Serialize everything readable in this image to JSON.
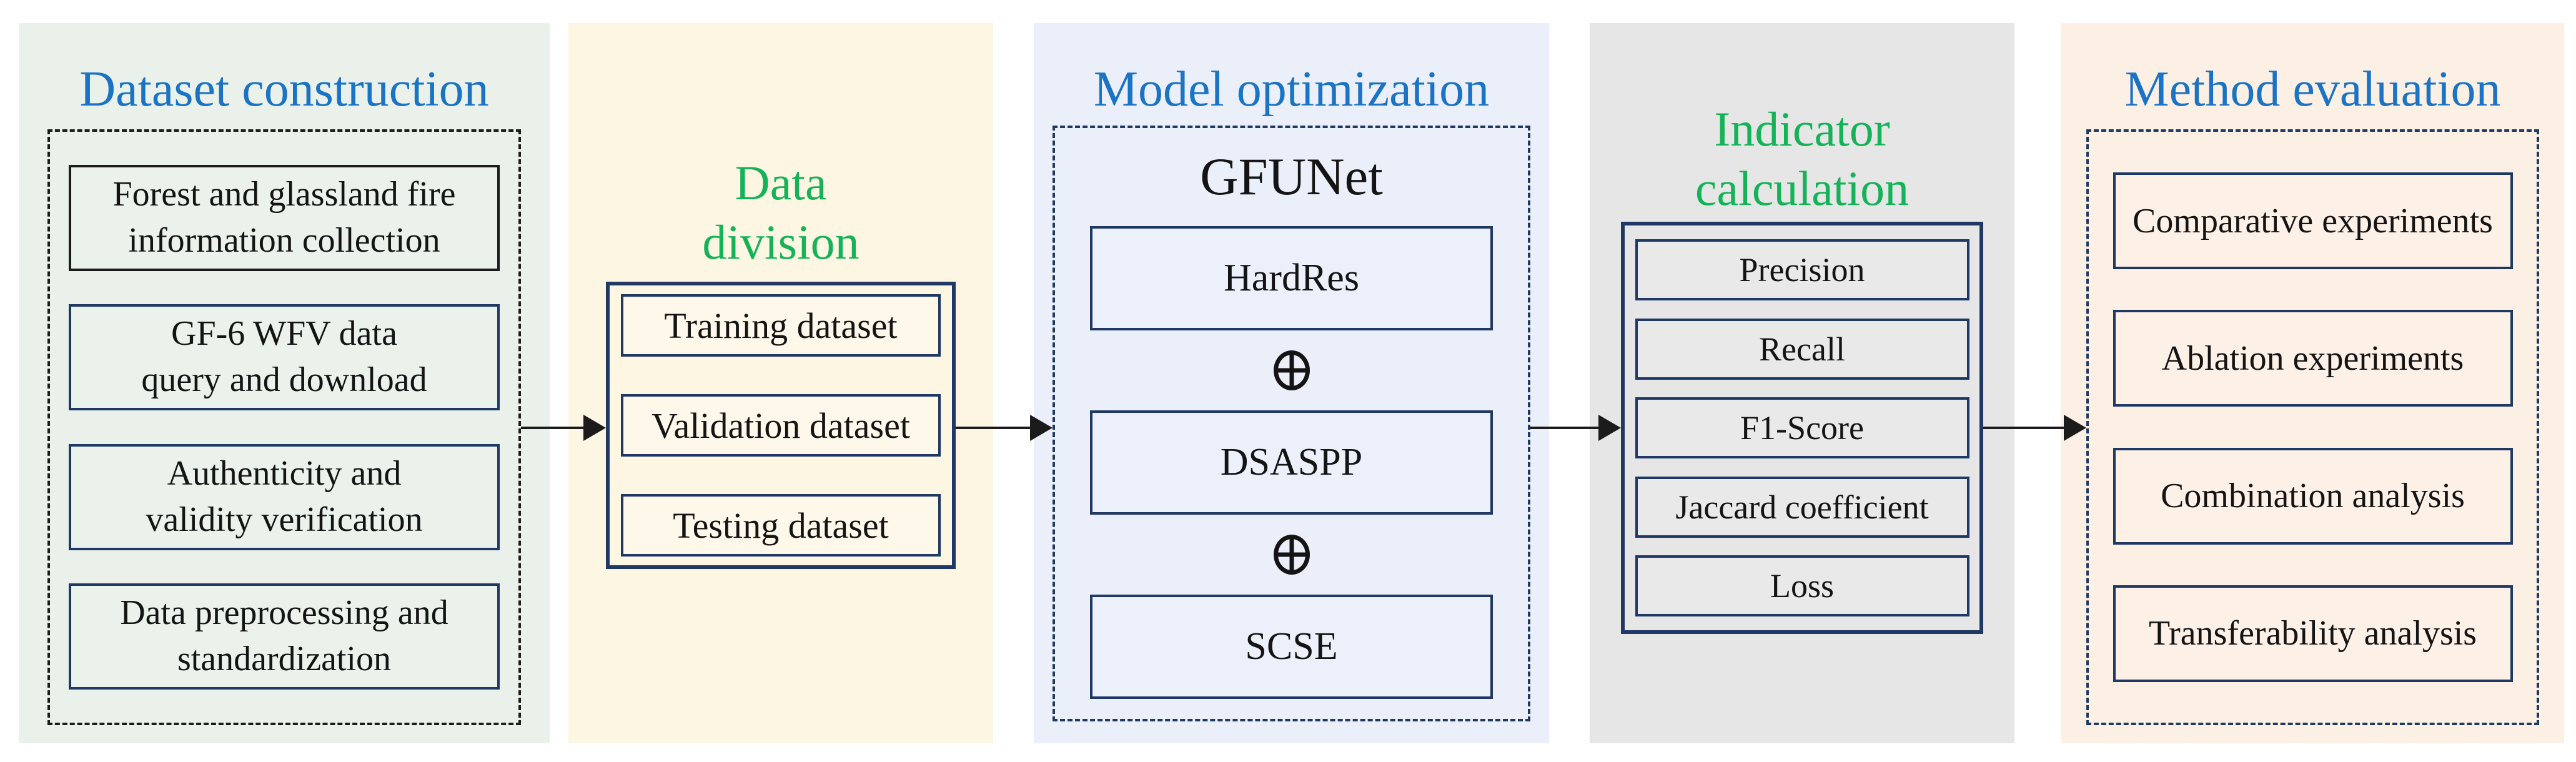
{
  "figure": {
    "type": "flowchart",
    "panels": {
      "dataset_construction": {
        "title": "Dataset construction",
        "boxes": [
          {
            "line1": "Forest and glassland fire",
            "line2": "information collection"
          },
          {
            "line1": "GF-6 WFV data",
            "line2": "query and download"
          },
          {
            "line1": "Authenticity and",
            "line2": "validity verification"
          },
          {
            "line1": "Data preprocessing and",
            "line2": "standardization"
          }
        ]
      },
      "data_division": {
        "title_line1": "Data",
        "title_line2": "division",
        "boxes": [
          "Training dataset",
          "Validation dataset",
          "Testing dataset"
        ]
      },
      "model_optimization": {
        "title": "Model optimization",
        "network_name": "GFUNet",
        "modules": [
          "HardRes",
          "DSASPP",
          "SCSE"
        ],
        "operator": "⊕",
        "operator_name": "circled-plus"
      },
      "indicator_calculation": {
        "title_line1": "Indicator",
        "title_line2": "calculation",
        "boxes": [
          "Precision",
          "Recall",
          "F1-Score",
          "Jaccard coefficient",
          "Loss"
        ]
      },
      "method_evaluation": {
        "title": "Method evaluation",
        "boxes": [
          "Comparative experiments",
          "Ablation experiments",
          "Combination analysis",
          "Transferability analysis"
        ]
      }
    },
    "colors": {
      "blue_title": "#1a73c4",
      "green_title": "#15b357",
      "navy_border": "#1f3864",
      "black_border": "#1b1b1b",
      "arrow": "#1b1b1b",
      "panel_green": "#e9f1ea",
      "panel_cream": "#fdf6e3",
      "panel_blue": "#eaeff9",
      "panel_gray": "#e6e6e7",
      "panel_peach": "#fcefe4"
    }
  }
}
